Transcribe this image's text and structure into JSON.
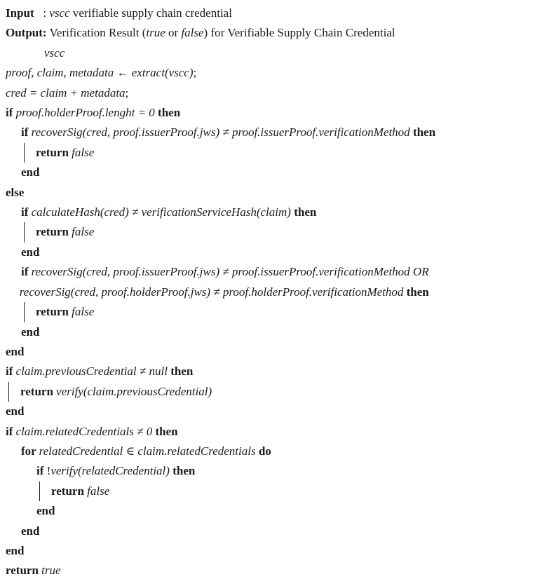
{
  "page": {
    "background_color": "#ffffff",
    "text_color": "#1b1b1b"
  },
  "algorithm": {
    "lines": [
      {
        "indent": 0,
        "bar": false,
        "segments": [
          {
            "t": "Input",
            "s": "b"
          },
          {
            "t": "   : ",
            "s": "n"
          },
          {
            "t": "vscc",
            "s": "i"
          },
          {
            "t": " verifiable supply chain credential",
            "s": "n"
          }
        ]
      },
      {
        "indent": 0,
        "bar": false,
        "segments": [
          {
            "t": "Output:",
            "s": "b"
          },
          {
            "t": " Verification Result (",
            "s": "n"
          },
          {
            "t": "true",
            "s": "i"
          },
          {
            "t": " or ",
            "s": "n"
          },
          {
            "t": "false",
            "s": "i"
          },
          {
            "t": ") for Verifiable Supply Chain Credential",
            "s": "n"
          }
        ]
      },
      {
        "indent": 2.5,
        "bar": false,
        "segments": [
          {
            "t": "vscc",
            "s": "i"
          }
        ]
      },
      {
        "indent": 0,
        "bar": false,
        "segments": [
          {
            "t": "proof, claim, metadata ← extract(vscc)",
            "s": "i"
          },
          {
            "t": ";",
            "s": "n"
          }
        ]
      },
      {
        "indent": 0,
        "bar": false,
        "segments": [
          {
            "t": "cred = claim + metadata",
            "s": "i"
          },
          {
            "t": ";",
            "s": "n"
          }
        ]
      },
      {
        "indent": 0,
        "bar": false,
        "segments": [
          {
            "t": "if ",
            "s": "b"
          },
          {
            "t": "proof.holderProof.lenght = 0",
            "s": "i"
          },
          {
            "t": " then",
            "s": "b"
          }
        ]
      },
      {
        "indent": 1,
        "bar": false,
        "segments": [
          {
            "t": "if ",
            "s": "b"
          },
          {
            "t": "recoverSig(cred, proof.issuerProof.jws) ≠ proof.issuerProof.verificationMethod",
            "s": "i"
          },
          {
            "t": " then",
            "s": "b"
          }
        ]
      },
      {
        "indent": 1,
        "bar": true,
        "segments": [
          {
            "t": "return ",
            "s": "b"
          },
          {
            "t": "false",
            "s": "i"
          }
        ]
      },
      {
        "indent": 1,
        "bar": false,
        "segments": [
          {
            "t": "end",
            "s": "b"
          }
        ]
      },
      {
        "indent": 0,
        "bar": false,
        "segments": [
          {
            "t": "else",
            "s": "b"
          }
        ]
      },
      {
        "indent": 1,
        "bar": false,
        "segments": [
          {
            "t": "if ",
            "s": "b"
          },
          {
            "t": "calculateHash(cred) ≠ verificationServiceHash(claim)",
            "s": "i"
          },
          {
            "t": " then",
            "s": "b"
          }
        ]
      },
      {
        "indent": 1,
        "bar": true,
        "segments": [
          {
            "t": "return ",
            "s": "b"
          },
          {
            "t": "false",
            "s": "i"
          }
        ]
      },
      {
        "indent": 1,
        "bar": false,
        "segments": [
          {
            "t": "end",
            "s": "b"
          }
        ]
      },
      {
        "indent": 1,
        "bar": false,
        "segments": [
          {
            "t": "if ",
            "s": "b"
          },
          {
            "t": "recoverSig(cred, proof.issuerProof.jws) ≠ proof.issuerProof.verificationMethod OR",
            "s": "i"
          }
        ]
      },
      {
        "indent": 0.9,
        "bar": false,
        "segments": [
          {
            "t": "recoverSig(cred, proof.holderProof.jws) ≠ proof.holderProof.verificationMethod",
            "s": "i"
          },
          {
            "t": " then",
            "s": "b"
          }
        ]
      },
      {
        "indent": 1,
        "bar": true,
        "segments": [
          {
            "t": "return ",
            "s": "b"
          },
          {
            "t": "false",
            "s": "i"
          }
        ]
      },
      {
        "indent": 1,
        "bar": false,
        "segments": [
          {
            "t": "end",
            "s": "b"
          }
        ]
      },
      {
        "indent": 0,
        "bar": false,
        "segments": [
          {
            "t": "end",
            "s": "b"
          }
        ]
      },
      {
        "indent": 0,
        "bar": false,
        "segments": [
          {
            "t": "if ",
            "s": "b"
          },
          {
            "t": "claim.previousCredential ≠ null",
            "s": "i"
          },
          {
            "t": " then",
            "s": "b"
          }
        ]
      },
      {
        "indent": 0,
        "bar": true,
        "segments": [
          {
            "t": "return ",
            "s": "b"
          },
          {
            "t": "verify(claim.previousCredential)",
            "s": "i"
          }
        ]
      },
      {
        "indent": 0,
        "bar": false,
        "segments": [
          {
            "t": "end",
            "s": "b"
          }
        ]
      },
      {
        "indent": 0,
        "bar": false,
        "segments": [
          {
            "t": "if ",
            "s": "b"
          },
          {
            "t": "claim.relatedCredentials ≠ 0",
            "s": "i"
          },
          {
            "t": " then",
            "s": "b"
          }
        ]
      },
      {
        "indent": 1,
        "bar": false,
        "segments": [
          {
            "t": "for ",
            "s": "b"
          },
          {
            "t": "relatedCredential ∈ claim.relatedCredentials",
            "s": "i"
          },
          {
            "t": " do",
            "s": "b"
          }
        ]
      },
      {
        "indent": 2,
        "bar": false,
        "segments": [
          {
            "t": "if ",
            "s": "b"
          },
          {
            "t": "!",
            "s": "n"
          },
          {
            "t": "verify(relatedCredential)",
            "s": "i"
          },
          {
            "t": " then",
            "s": "b"
          }
        ]
      },
      {
        "indent": 2,
        "bar": true,
        "segments": [
          {
            "t": "return ",
            "s": "b"
          },
          {
            "t": "false",
            "s": "i"
          }
        ]
      },
      {
        "indent": 2,
        "bar": false,
        "segments": [
          {
            "t": "end",
            "s": "b"
          }
        ]
      },
      {
        "indent": 1,
        "bar": false,
        "segments": [
          {
            "t": "end",
            "s": "b"
          }
        ]
      },
      {
        "indent": 0,
        "bar": false,
        "segments": [
          {
            "t": "end",
            "s": "b"
          }
        ]
      },
      {
        "indent": 0,
        "bar": false,
        "segments": [
          {
            "t": "return ",
            "s": "b"
          },
          {
            "t": "true",
            "s": "i"
          }
        ]
      }
    ]
  }
}
